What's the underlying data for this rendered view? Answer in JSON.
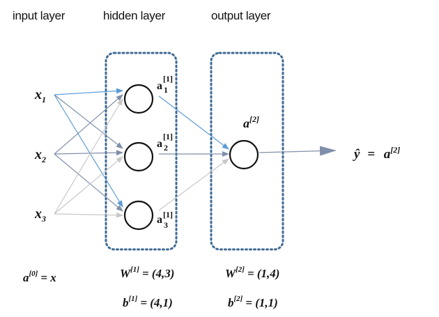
{
  "headers": {
    "input": "input layer",
    "hidden": "hidden layer",
    "output": "output layer"
  },
  "inputs": [
    {
      "base": "x",
      "sub": "1"
    },
    {
      "base": "x",
      "sub": "2"
    },
    {
      "base": "x",
      "sub": "3"
    }
  ],
  "hidden_units": [
    {
      "base": "a",
      "sup": "[1]",
      "sub": "1"
    },
    {
      "base": "a",
      "sup": "[1]",
      "sub": "2"
    },
    {
      "base": "a",
      "sup": "[1]",
      "sub": "3"
    }
  ],
  "output_unit": {
    "base": "a",
    "sup": "[2]"
  },
  "prediction": {
    "lhs": "ŷ",
    "eq": "=",
    "base": "a",
    "sup": "[2]"
  },
  "equations": {
    "a0": {
      "base": "a",
      "sup": "[0]",
      "rhs": "= x"
    },
    "w1": {
      "base": "W",
      "sup": "[1]",
      "rhs": "= (4,3)"
    },
    "b1": {
      "base": "b",
      "sup": "[1]",
      "rhs": "= (4,1)"
    },
    "w2": {
      "base": "W",
      "sup": "[2]",
      "rhs": "= (1,4)"
    },
    "b2": {
      "base": "b",
      "sup": "[2]",
      "rhs": "= (1,1)"
    }
  },
  "colors": {
    "box_border": "#3e6a95",
    "arrow_blue": "#5b9bd5",
    "arrow_slate": "#7f8fa9",
    "arrow_light": "#c8c8c8",
    "node_stroke": "#111111"
  }
}
